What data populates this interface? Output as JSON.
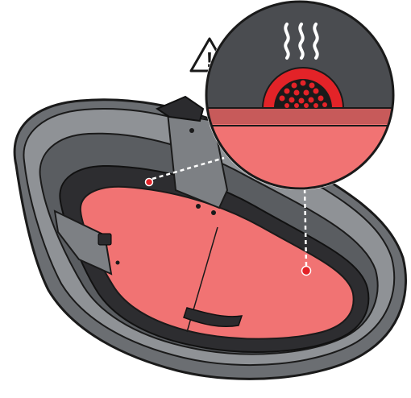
{
  "illustration": {
    "subject": "bassinet-carrycot",
    "callout": {
      "warning_symbol": "!",
      "icons": [
        "heat-waves-icon",
        "vent-grille-icon"
      ]
    },
    "markers": [
      "vent-marker-head",
      "vent-marker-foot"
    ]
  },
  "colors": {
    "shell_outer": "#6b6e72",
    "shell_rim_light": "#8f9296",
    "shell_inner": "#5a5d61",
    "outline": "#1a1a1a",
    "liner_dark": "#2d2d30",
    "mattress": "#f17373",
    "mattress_band": "#c75a5a",
    "vent_red": "#e32328",
    "callout_bg": "#4a4c50",
    "marker_red": "#e32328",
    "white": "#ffffff"
  }
}
